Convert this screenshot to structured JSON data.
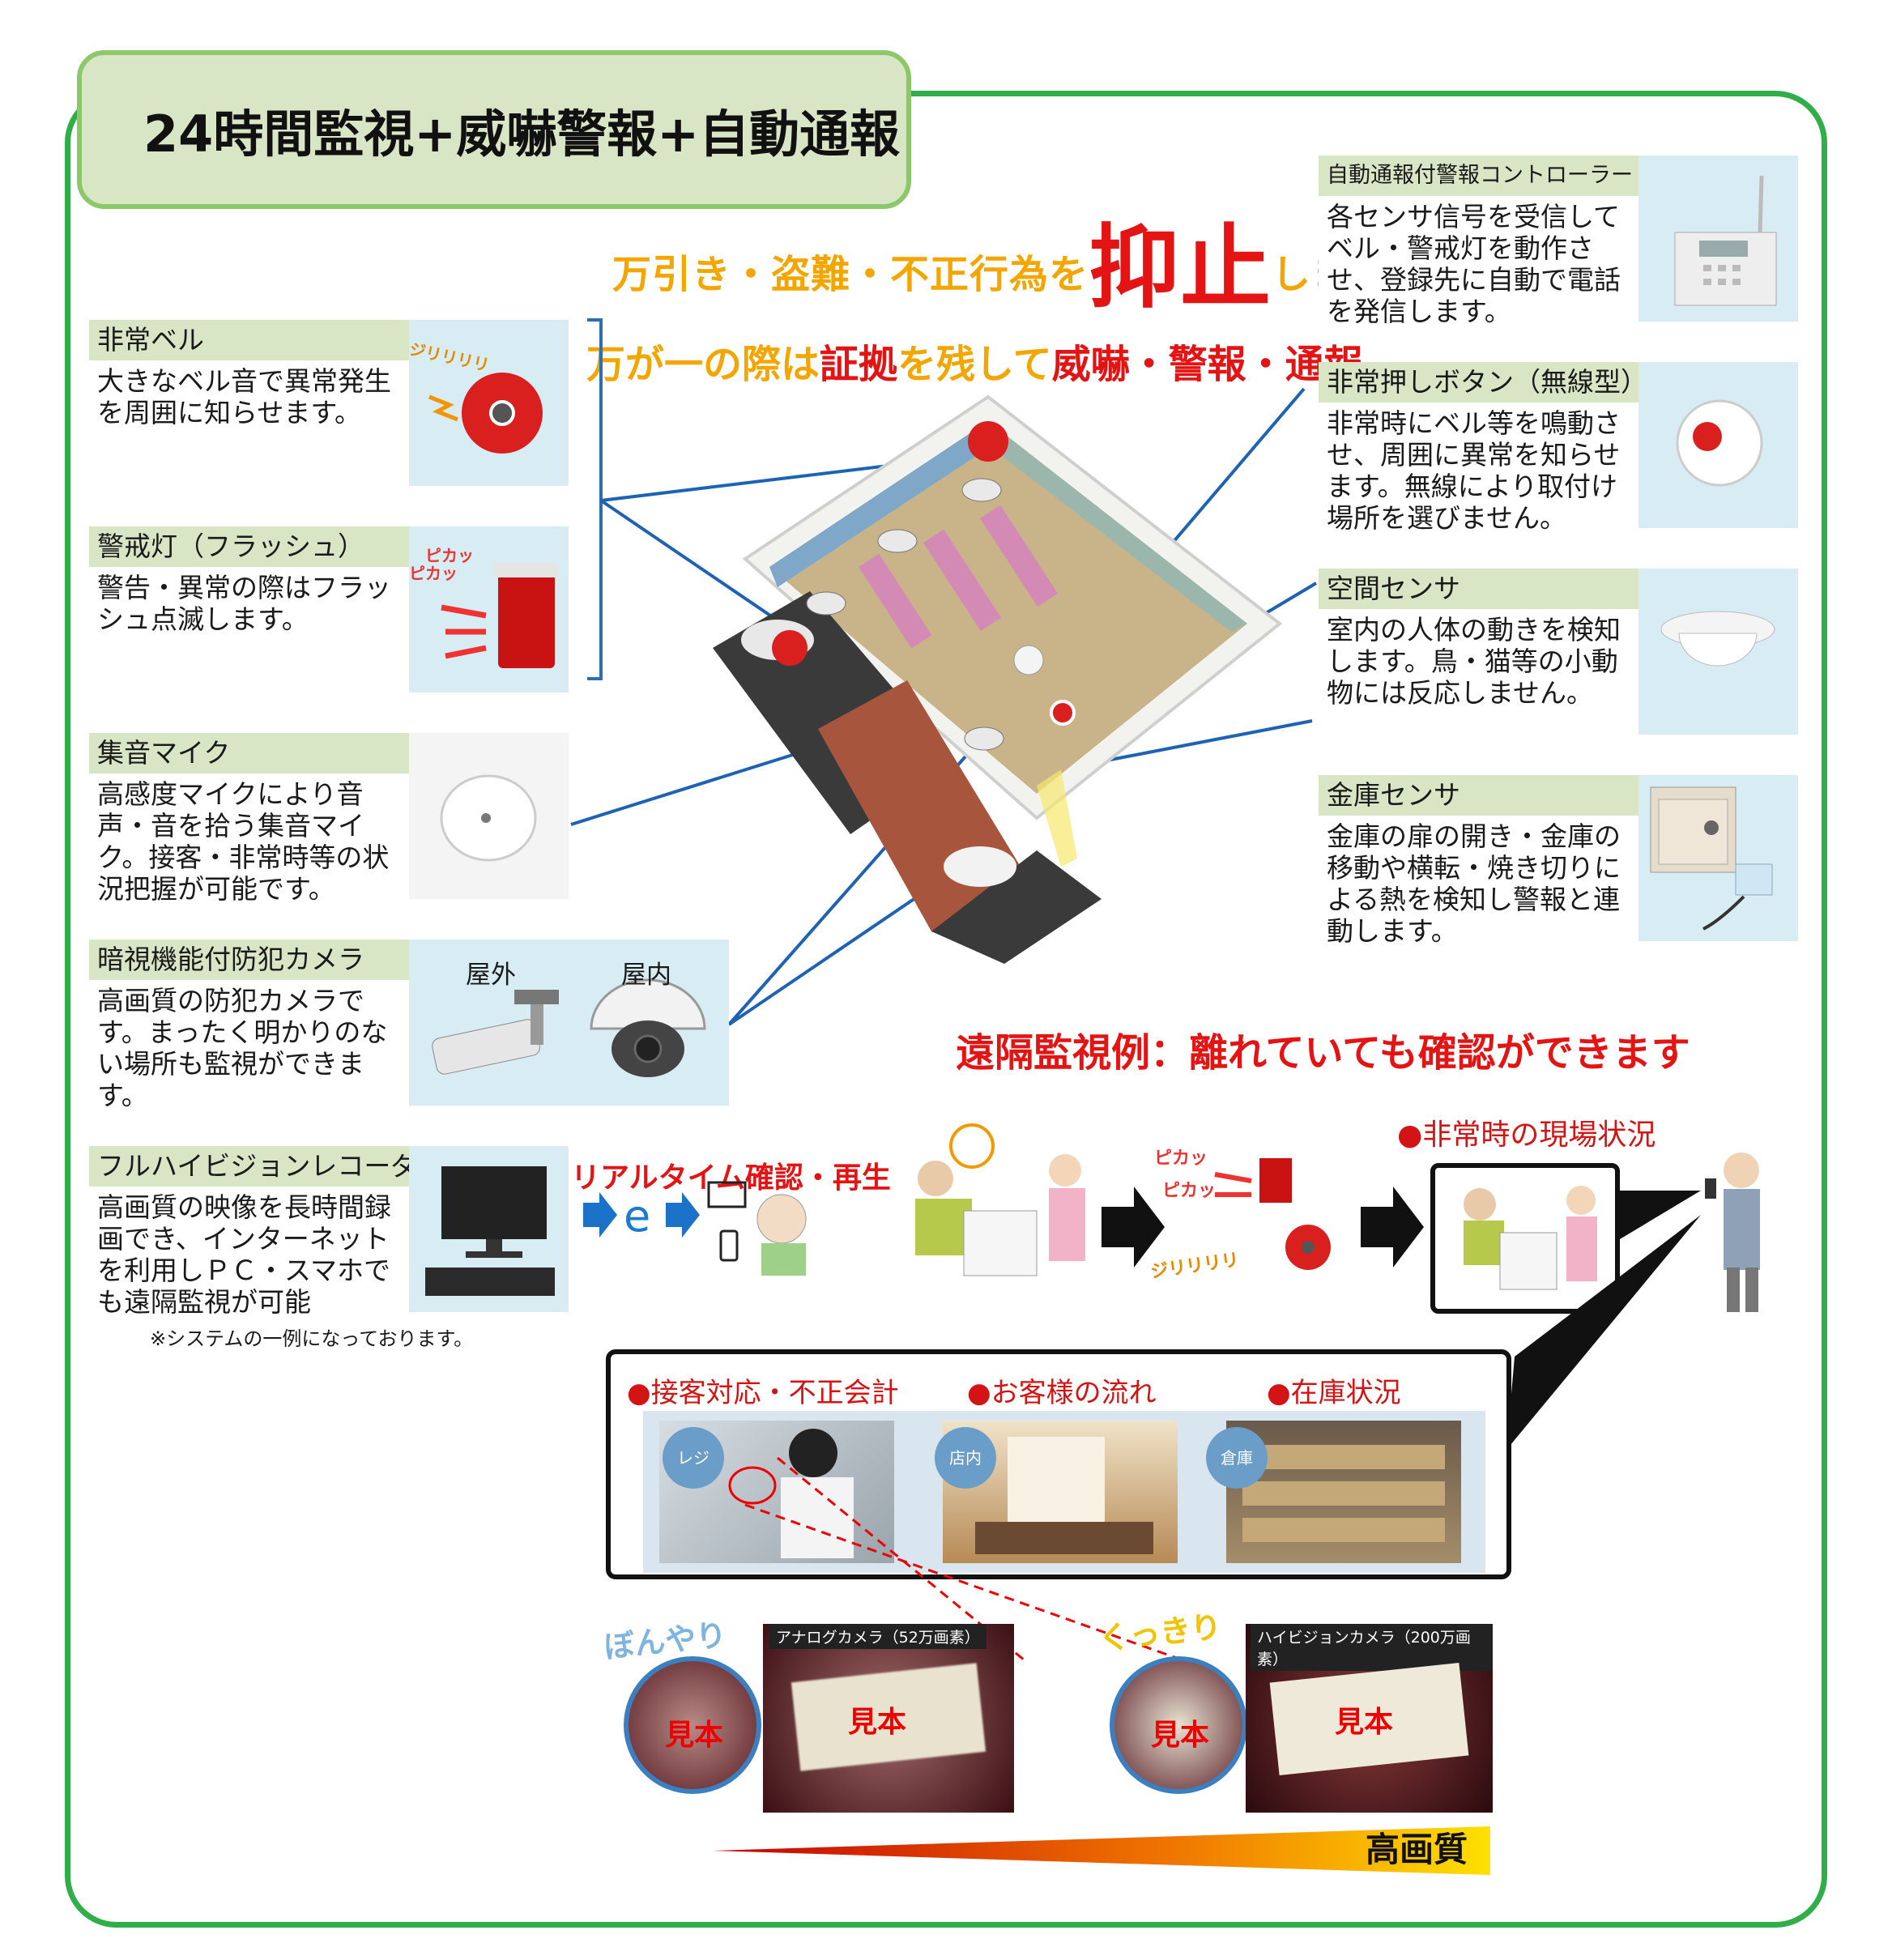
{
  "title": "24時間監視+威嚇警報+自動通報",
  "headline1": {
    "pre": "万引き・盗難・不正行為を",
    "big": "抑止",
    "post": "します!"
  },
  "headline2": {
    "pre": "万が一の際は",
    "red1": "証拠",
    "mid": "を残して",
    "red2": "威嚇・警報・通報"
  },
  "left_devices": [
    {
      "name": "非常ベル",
      "desc": [
        "大きなベル音で異常発生",
        "を周囲に知らせます。"
      ],
      "sound": "ジリリリリ"
    },
    {
      "name": "警戒灯（フラッシュ）",
      "desc": [
        "警告・異常の際はフラッ",
        "シュ点滅します。"
      ],
      "sound1": "ピカッ",
      "sound2": "ピカッ"
    },
    {
      "name": "集音マイク",
      "desc": [
        "高感度マイクにより音",
        "声・音を拾う集音マイ",
        "ク。接客・非常時等の状",
        "況把握が可能です。"
      ]
    },
    {
      "name": "暗視機能付防犯カメラ",
      "desc": [
        "高画質の防犯カメラで",
        "す。まったく明かりのな",
        "い場所も監視ができま",
        "す。"
      ],
      "outdoor": "屋外",
      "indoor": "屋内"
    },
    {
      "name": "フルハイビジョンレコーダー",
      "desc": [
        "高画質の映像を長時間録",
        "画でき、インターネット",
        "を利用しＰＣ・スマホで",
        "も遠隔監視が可能"
      ]
    }
  ],
  "right_devices": [
    {
      "name": "自動通報付警報コントローラー",
      "desc": [
        "各センサ信号を受信して",
        "ベル・警戒灯を動作さ",
        "せ、登録先に自動で電話",
        "を発信します。"
      ]
    },
    {
      "name": "非常押しボタン（無線型）",
      "desc": [
        "非常時にベル等を鳴動さ",
        "せ、周囲に異常を知らせ",
        "ます。無線により取付け",
        "場所を選びません。"
      ]
    },
    {
      "name": "空間センサ",
      "desc": [
        "室内の人体の動きを検知",
        "します。鳥・猫等の小動",
        "物には反応しません。"
      ]
    },
    {
      "name": "金庫センサ",
      "desc": [
        "金庫の扉の開き・金庫の",
        "移動や横転・焼き切りに",
        "よる熱を検知し警報と連",
        "動します。"
      ]
    }
  ],
  "note": "※システムの一例になっております。",
  "realtime": "リアルタイム確認・再生",
  "remote_title": "遠隔監視例：離れていても確認ができます",
  "flow": {
    "flash1": "ピカッ",
    "flash2": "ピカッ",
    "bell": "ジリリリリ",
    "scene": "●非常時の現場状況"
  },
  "panel": {
    "items": [
      {
        "label": "●接客対応・不正会計",
        "badge": "レジ"
      },
      {
        "label": "●お客様の流れ",
        "badge": "店内"
      },
      {
        "label": "●在庫状況",
        "badge": "倉庫"
      }
    ]
  },
  "compare": {
    "blurry": "ぼんやり",
    "clear": "くっきり",
    "analog": "アナログカメラ（52万画素）",
    "hd": "ハイビジョンカメラ（200万画素）",
    "sample": "見本",
    "hq": "高画質"
  },
  "colors": {
    "frame": "#2fae4a",
    "head_bg": "#d9e6c6",
    "img_bg": "#d8ecf3",
    "accent_red": "#e41414",
    "accent_orange": "#f3a600"
  }
}
